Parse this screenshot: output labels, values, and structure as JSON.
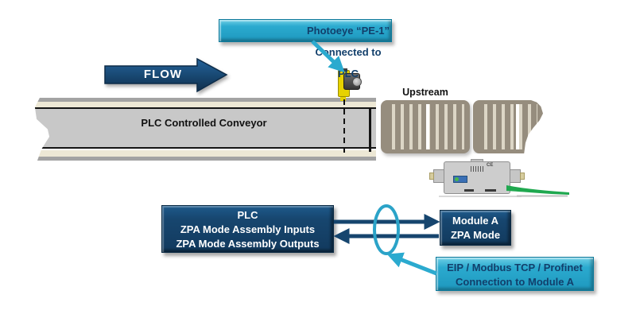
{
  "canvas": {
    "background": "#FFFFFF"
  },
  "colors": {
    "navy_box": "#17466F",
    "navy_arrow": "#16456E",
    "cyan_accent": "#2BAACF",
    "callout_text": "#123F6B",
    "conveyor_gray": "#C8C8C8",
    "conveyor_beige": "#EDE8D5",
    "roller_taupe": "#968D7E",
    "roller_stripe": "#DCD6C6",
    "photoeye_yellow": "#E6D200",
    "cable_green": "#1FA84F"
  },
  "callouts": {
    "photoeye": {
      "text": "Photoeye “PE-1” Connected to PLC"
    },
    "eip": {
      "line1": "EIP / Modbus TCP / Profinet",
      "line2": "Connection to Module A"
    }
  },
  "flow": {
    "label": "FLOW"
  },
  "conveyor": {
    "label": "PLC Controlled Conveyor"
  },
  "upstream": {
    "label": "Upstream"
  },
  "plc_box": {
    "line1": "PLC",
    "line2": "ZPA Mode Assembly Inputs",
    "line3": "ZPA Mode Assembly Outputs"
  },
  "module_a_box": {
    "line1": "Module A",
    "line2": "ZPA Mode"
  },
  "module_photo": {
    "ce_mark": "CE"
  }
}
